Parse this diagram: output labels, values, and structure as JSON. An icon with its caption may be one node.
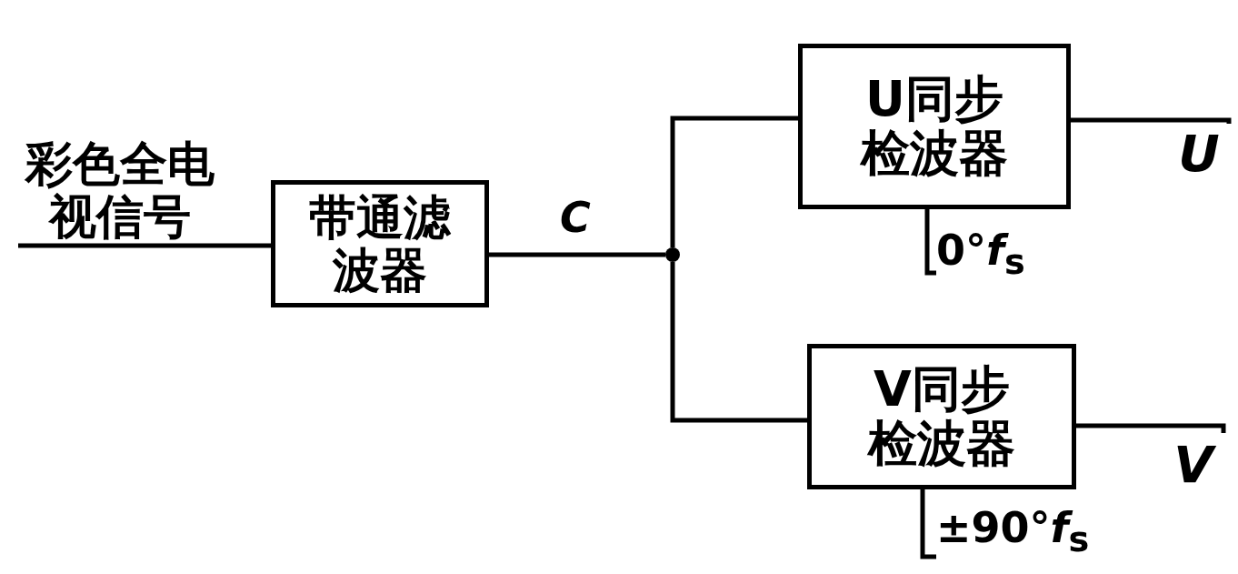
{
  "diagram": {
    "nodes": [
      {
        "text": [
          "彩色全电视信号"
        ]
      },
      {
        "text": [
          "带通滤波器"
        ]
      },
      {
        "text": [],
        "shape": "circle"
      },
      {
        "text": [
          "U同步检波器"
        ]
      },
      {
        "text": [
          "V同步检波器"
        ]
      },
      {
        "text": [
          "U"
        ]
      },
      {
        "text": [
          "V"
        ]
      },
      {
        "text": [
          "0°*f*$_{s}$"
        ]
      },
      {
        "text": [
          "±90°*f*$_{s}$"
        ]
      }
    ],
    "edges": [
      {
        "from": 0,
        "to": 1,
        "arrow": "none"
      },
      {
        "from": 1,
        "to": 2,
        "arrow": "none",
        "label": "C"
      },
      {
        "from": 2,
        "to": 3,
        "arrow": "none"
      },
      {
        "from": 2,
        "to": 4,
        "arrow": "none"
      },
      {
        "from": 3,
        "to": 5,
        "arrow": "none"
      },
      {
        "from": 4,
        "to": 6,
        "arrow": "none"
      },
      {
        "from": 7,
        "to": 3,
        "arrow": "none"
      },
      {
        "from": 8,
        "to": 4,
        "arrow": "none"
      }
    ]
  }
}
